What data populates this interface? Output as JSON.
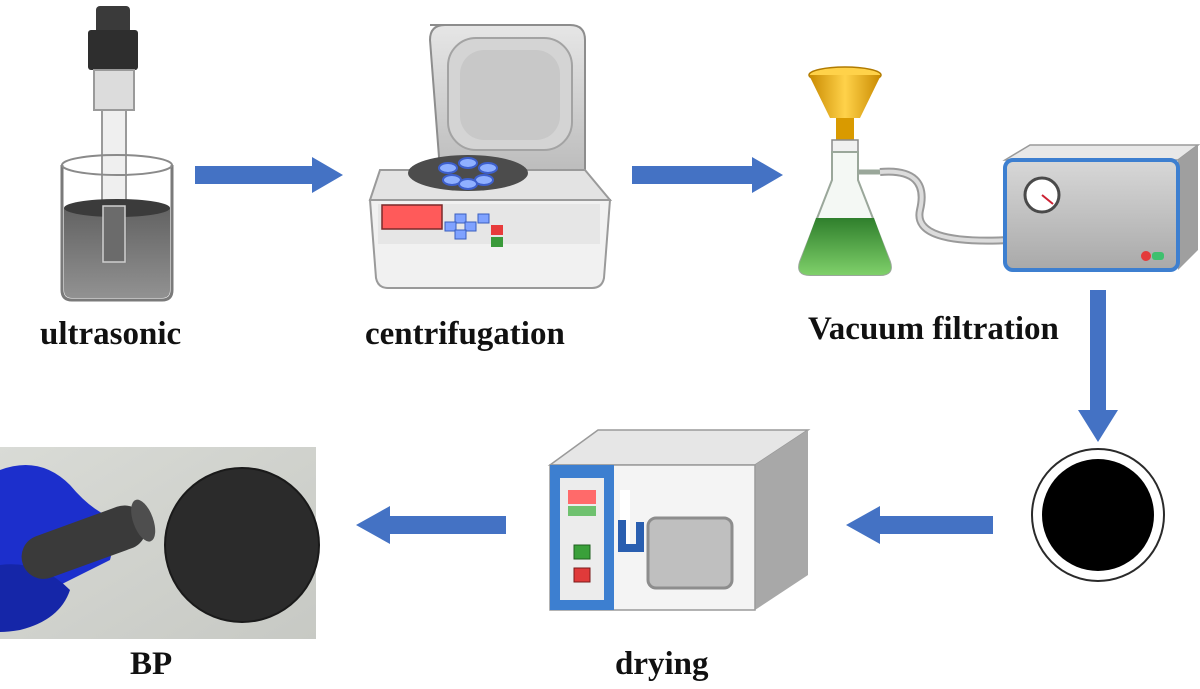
{
  "steps": {
    "ultrasonic": "ultrasonic",
    "centrifugation": "centrifugation",
    "vacuum_filtration": "Vacuum filtration",
    "drying": "drying",
    "bp": "BP"
  },
  "colors": {
    "arrow": "#4472c4",
    "frame_blue": "#3d7fd0",
    "display_red": "#ff5a5a",
    "funnel_yellow": "#f2b61a",
    "liquid_green": "#3f9a3a",
    "membrane_black": "#000000",
    "glove_blue": "#1c2fcc"
  },
  "icons": [
    "ultrasonic-probe-icon",
    "centrifuge-icon",
    "suction-flask-icon",
    "vacuum-pump-icon",
    "filter-membrane-icon",
    "drying-oven-icon",
    "bp-sample-photo"
  ]
}
